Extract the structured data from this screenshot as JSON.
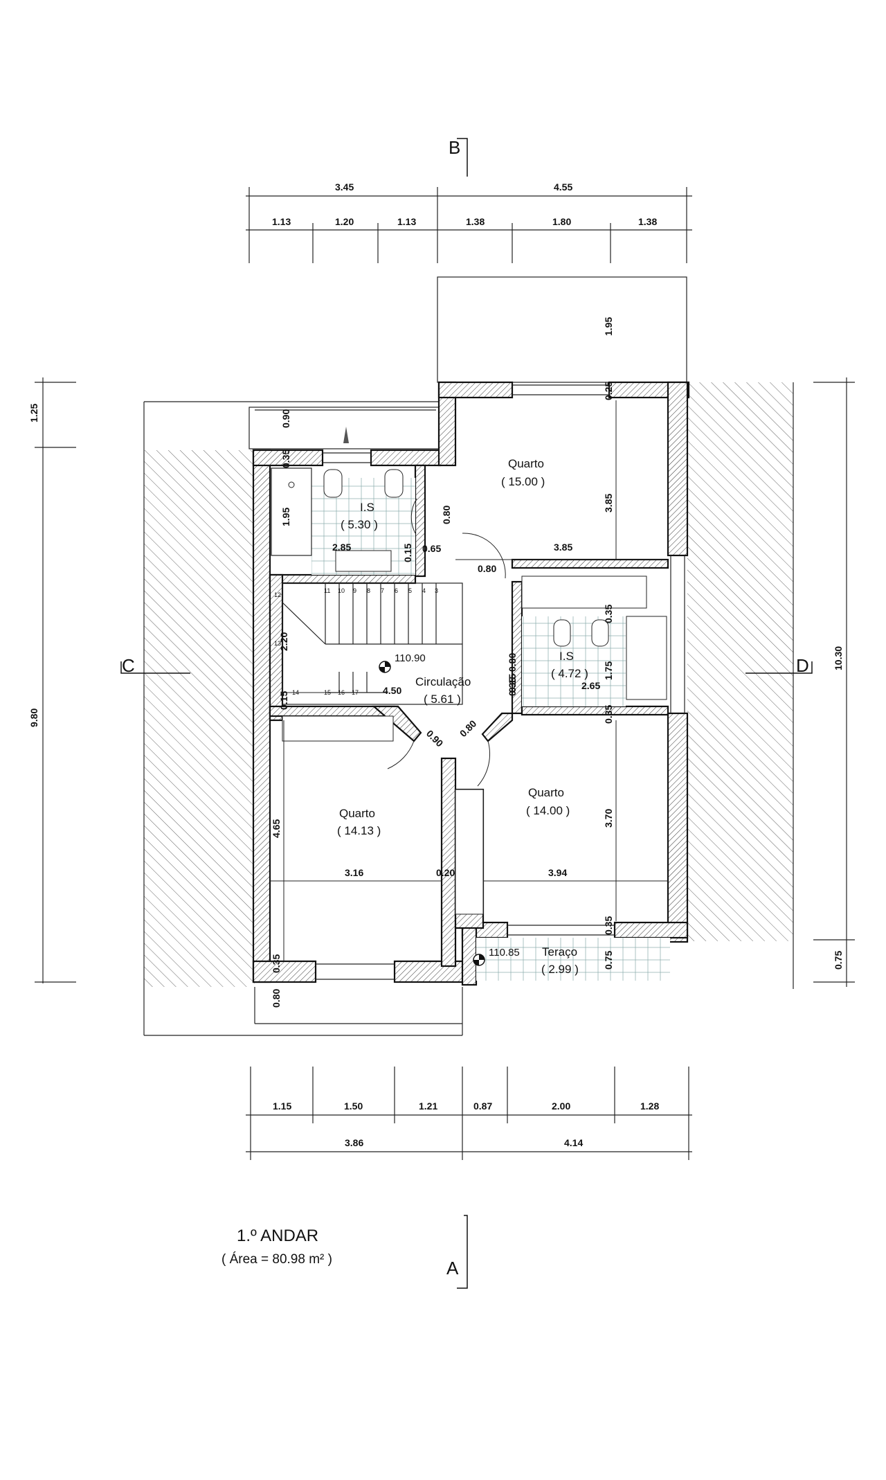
{
  "title": {
    "floor": "1.º ANDAR",
    "area": "( Área = 80.98 m² )"
  },
  "section_markers": [
    "A",
    "B",
    "C",
    "D"
  ],
  "rooms": [
    {
      "name": "Quarto",
      "area": "( 15.00 )"
    },
    {
      "name": "I.S",
      "area": "( 5.30 )"
    },
    {
      "name": "I.S",
      "area": "( 4.72 )"
    },
    {
      "name": "Circulação",
      "area": "( 5.61 )"
    },
    {
      "name": "Quarto",
      "area": "( 14.13 )"
    },
    {
      "name": "Quarto",
      "area": "( 14.00 )"
    },
    {
      "name": "Teraço",
      "area": "( 2.99 )"
    }
  ],
  "levels": [
    "110.90",
    "110.85"
  ],
  "dimensions": {
    "top_overall": [
      "3.45",
      "4.55"
    ],
    "top_partial": [
      "1.13",
      "1.20",
      "1.13",
      "1.38",
      "1.80",
      "1.38"
    ],
    "bottom_partial": [
      "1.15",
      "1.50",
      "1.21",
      "0.87",
      "2.00",
      "1.28"
    ],
    "bottom_overall": [
      "3.86",
      "4.14"
    ],
    "left_overall": [
      "1.25",
      "9.80"
    ],
    "right_overall": [
      "10.30",
      "0.75"
    ],
    "interior": [
      "1.95",
      "0.90",
      "0.35",
      "1.95",
      "2.85",
      "0.15",
      "0.65",
      "0.80",
      "0.80",
      "3.85",
      "3.85",
      "0.25",
      "0.35",
      "2.20",
      "0.15",
      "4.50",
      "0.35",
      "1.75",
      "0.80",
      "0.15",
      "2.65",
      "0.35",
      "0.90",
      "0.80",
      "4.65",
      "3.16",
      "0.20",
      "3.94",
      "3.70",
      "0.35",
      "0.35",
      "0.75",
      "0.80"
    ]
  },
  "stair_steps": [
    "11",
    "10",
    "9",
    "8",
    "7",
    "6",
    "5",
    "4",
    "3",
    "12",
    "13",
    "14",
    "15",
    "16",
    "17"
  ]
}
